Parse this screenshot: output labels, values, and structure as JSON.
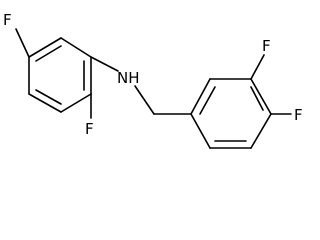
{
  "molecule": {
    "atoms": {
      "f_top_left": "F",
      "f_bottom_left": "F",
      "nh": "NH",
      "f_right_upper": "F",
      "f_right_lower": "F"
    },
    "colors": {
      "bond": "#000000",
      "label": "#000000",
      "background": "#ffffff"
    }
  }
}
